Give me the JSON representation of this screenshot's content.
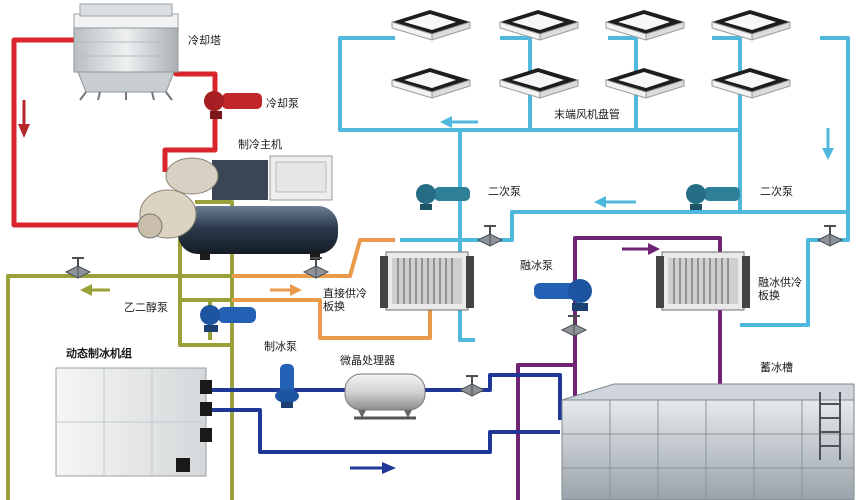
{
  "labels": {
    "cooling_tower": "冷却塔",
    "cooling_pump": "冷却泵",
    "chiller": "制冷主机",
    "terminal_fan_coil": "末端风机盘管",
    "secondary_pump_left": "二次泵",
    "secondary_pump_right": "二次泵",
    "glycol_pump": "乙二醇泵",
    "direct_plate_hx": "直接供冷板换",
    "ice_melt_pump": "融冰泵",
    "ice_melt_plate_hx": "融冰供冷板换",
    "ice_making_pump": "制冰泵",
    "dynamic_ice_unit": "动态制冰机组",
    "microcrystal_processor": "微晶处理器",
    "ice_storage_tank": "蓄冰槽"
  },
  "colors": {
    "condenser_loop": "#d8262c",
    "chilled_water_loop": "#4fb8dc",
    "glycol_loop": "#9aa13a",
    "direct_cooling_loop": "#e99a4a",
    "ice_melt_loop": "#6e2472",
    "ice_making_loop": "#1f3796",
    "pump_red": "#c0262a",
    "pump_teal": "#2e7f98",
    "pump_blue": "#2361b5"
  }
}
